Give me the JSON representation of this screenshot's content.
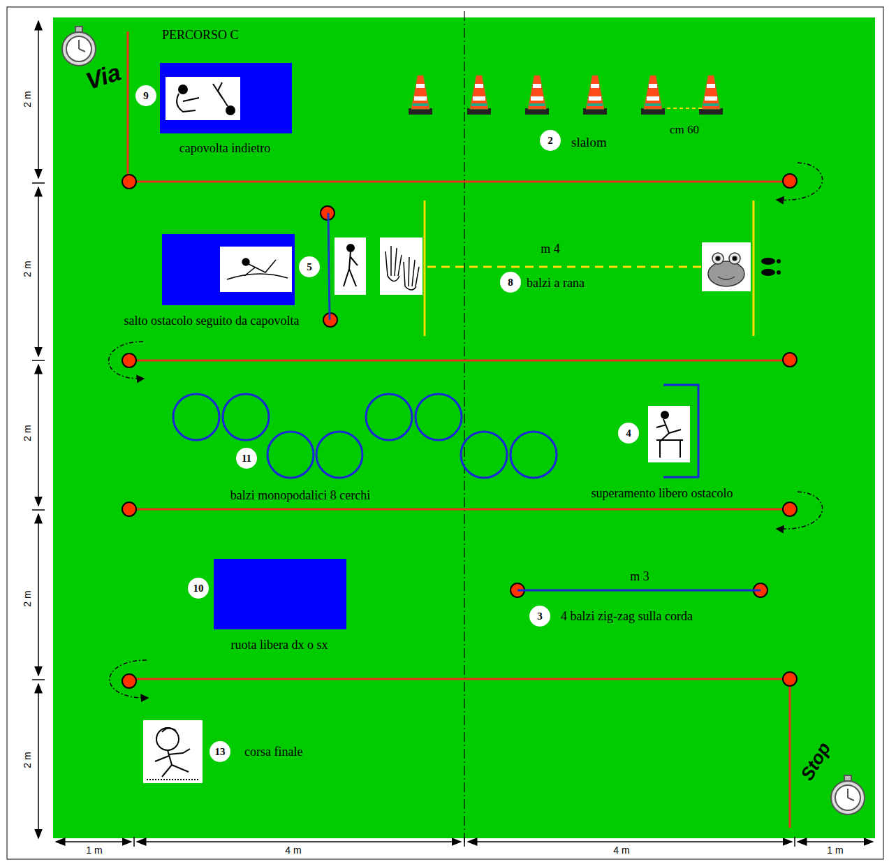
{
  "diagram": {
    "nodes": [
      {
        "text": [
          "9"
        ]
      },
      {
        "text": [
          "2"
        ]
      },
      {
        "text": [
          "5"
        ]
      },
      {
        "text": [
          "8"
        ]
      },
      {
        "text": [
          "11"
        ]
      },
      {
        "text": [
          "4"
        ]
      },
      {
        "text": [
          "10"
        ]
      },
      {
        "text": [
          "3"
        ]
      },
      {
        "text": [
          "13"
        ]
      }
    ],
    "labels": [
      "PERCORSO C",
      "Via",
      "capovolta indietro",
      "slalom",
      "cm 60",
      "salto ostacolo seguito da capovolta",
      "m 4",
      "balzi a rana",
      "balzi monopodalici 8 cerchi",
      "superamento libero ostacolo",
      "m 3",
      "4 balzi zig-zag sulla corda",
      "ruota libera dx o sx",
      "corsa finale",
      "Stop",
      "2 m",
      "2 m",
      "2 m",
      "2 m",
      "2 m",
      "1 m",
      "4 m",
      "4 m",
      "1 m"
    ]
  }
}
